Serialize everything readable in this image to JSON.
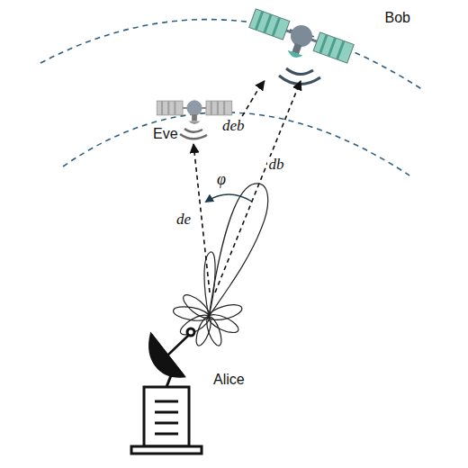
{
  "diagram": {
    "nodes": [
      {
        "text": [
          "Bob"
        ]
      },
      {
        "text": [
          "Eve"
        ]
      },
      {
        "text": [
          "Alice"
        ]
      }
    ],
    "edges": [
      {
        "from": 2,
        "to": 1,
        "label": "de",
        "arrow": "to"
      },
      {
        "from": 2,
        "to": 0,
        "label": "db",
        "arrow": "to"
      },
      {
        "from": 1,
        "to": 0,
        "label": "deb",
        "arrow": "both"
      }
    ],
    "labels": [
      "φ"
    ]
  }
}
